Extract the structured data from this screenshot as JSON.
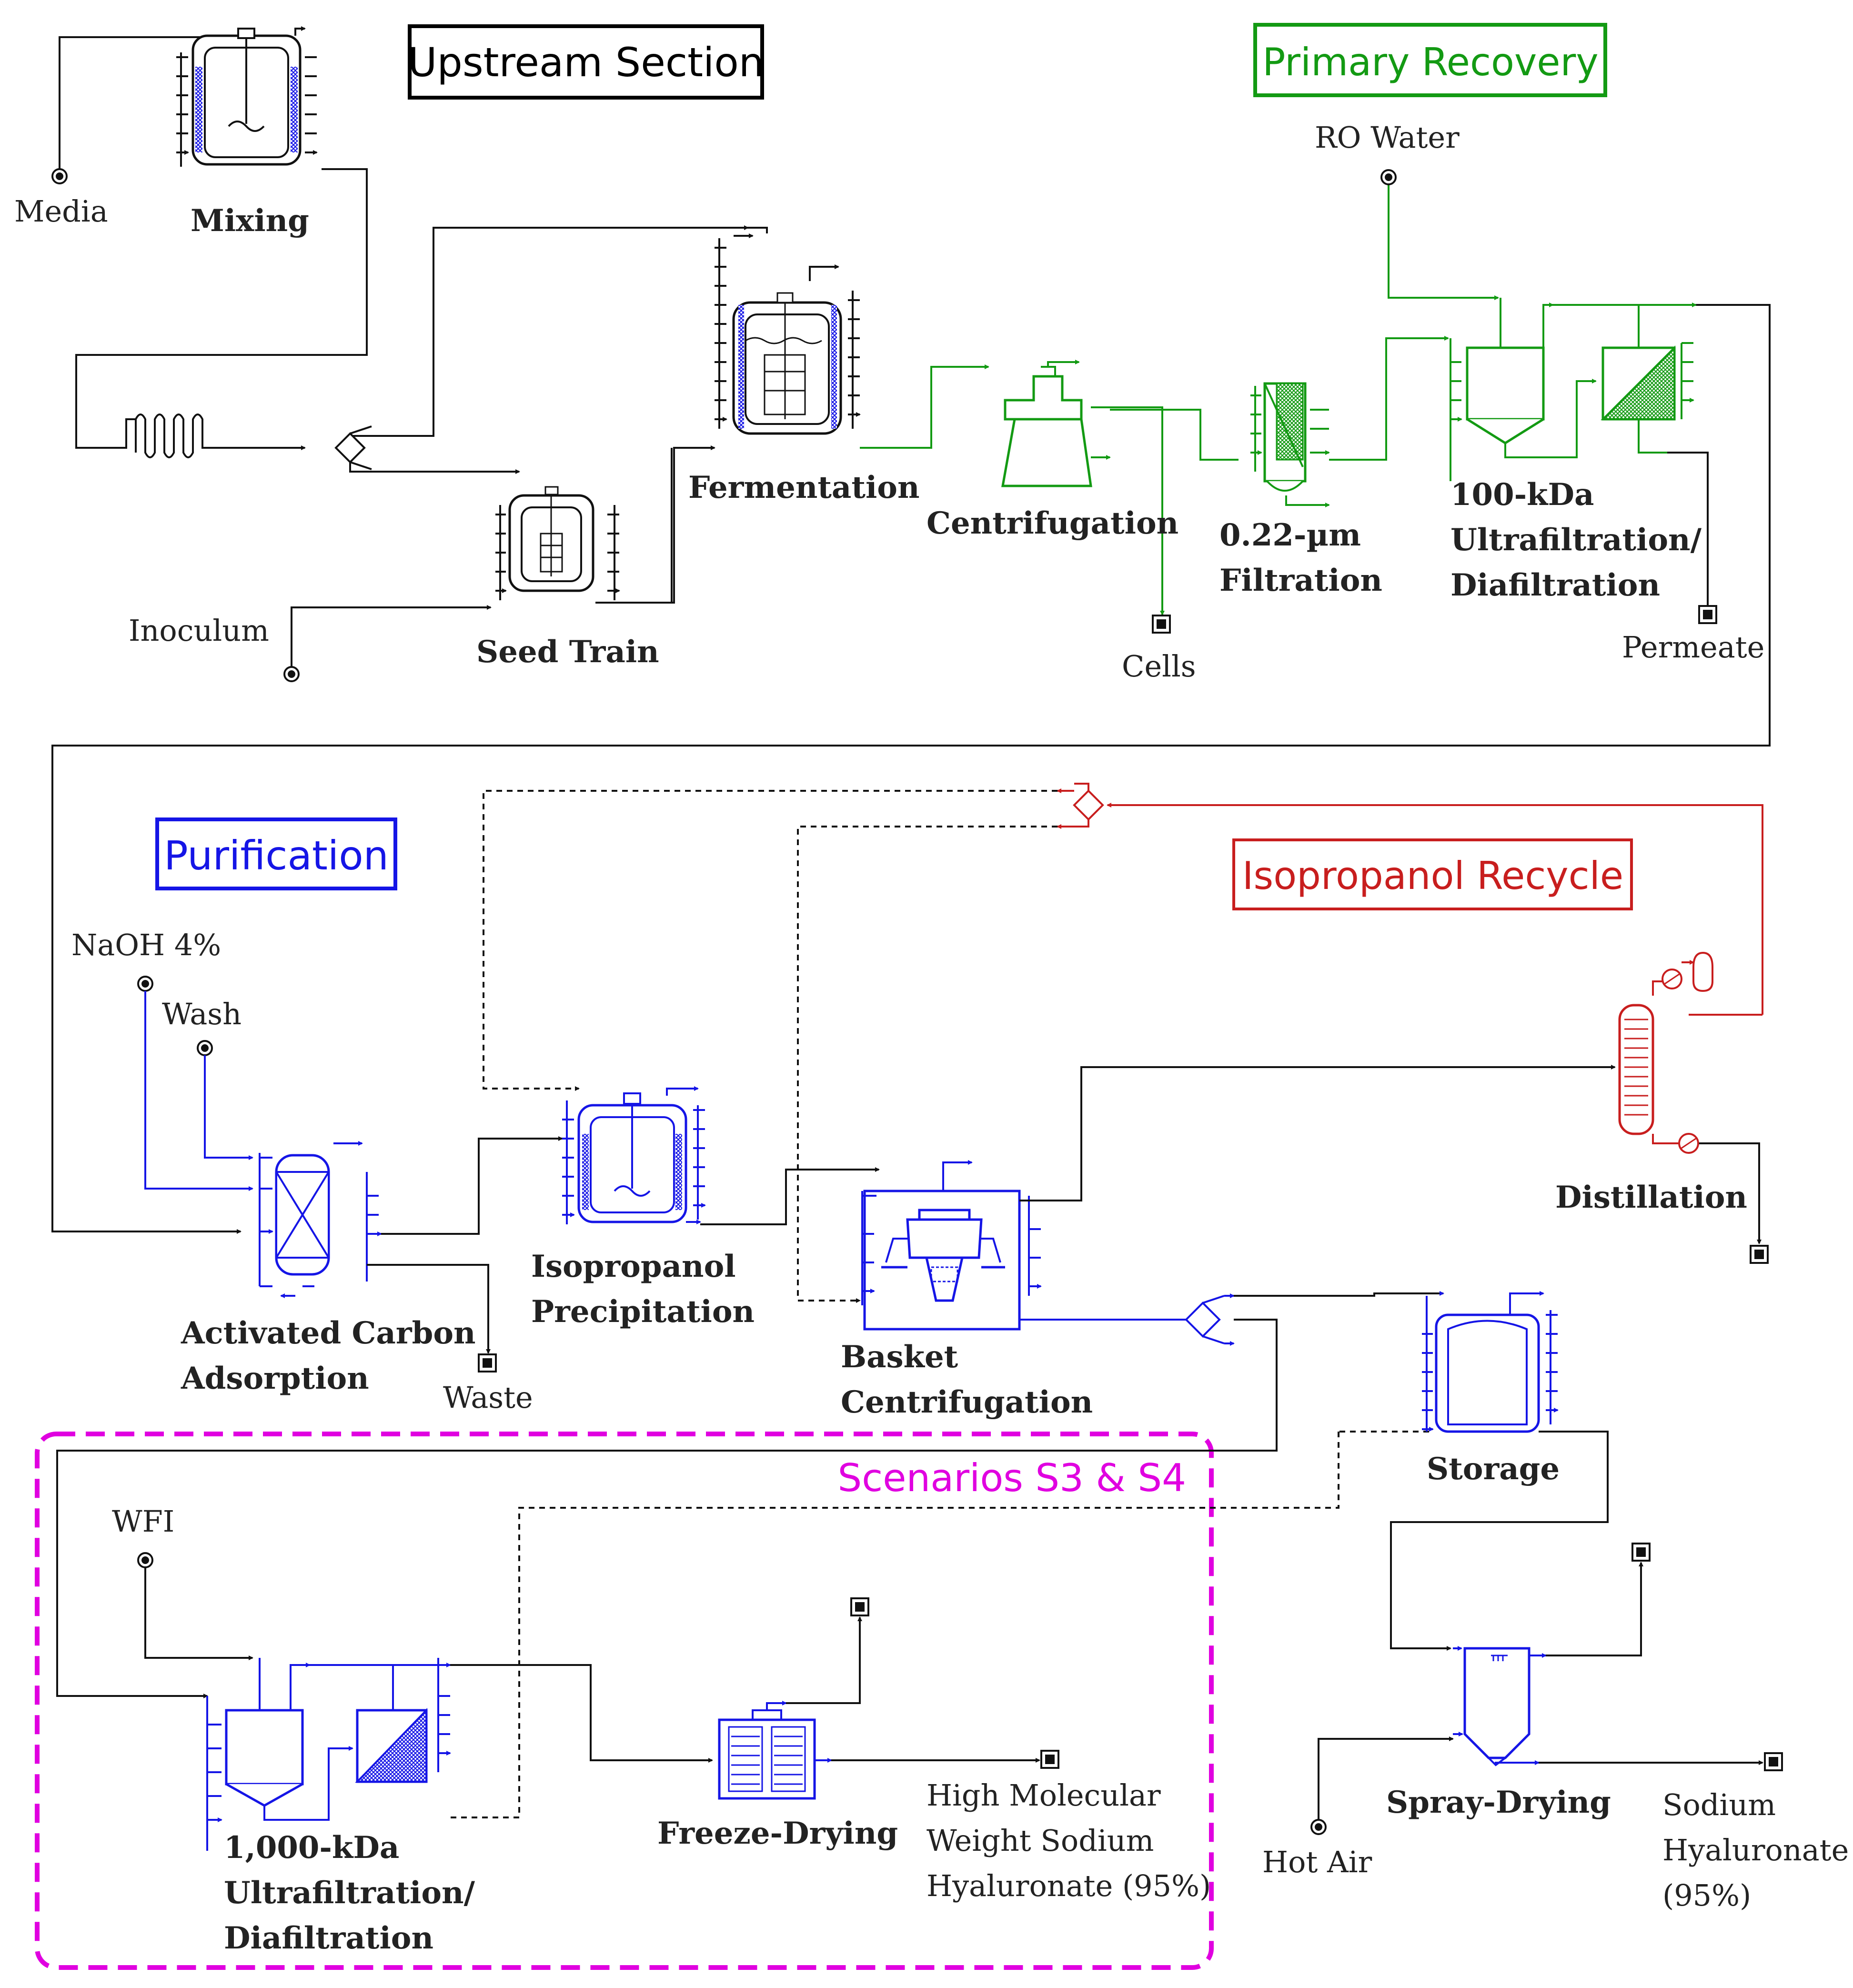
{
  "sections": {
    "upstream": {
      "label": "Upstream Section",
      "color": "#000000"
    },
    "primary_recovery": {
      "label": "Primary Recovery",
      "color": "#139a13"
    },
    "purification": {
      "label": "Purification",
      "color": "#1515e6"
    },
    "isopropanol_recycle": {
      "label": "Isopropanol Recycle",
      "color": "#c81e1e"
    },
    "scenarios": {
      "label": "Scenarios S3 & S4",
      "color": "#e000e0"
    }
  },
  "units": {
    "mixing": "Mixing",
    "seed_train": "Seed Train",
    "fermentation": "Fermentation",
    "centrifugation": "Centrifugation",
    "filtration_l1": "0.22-µm",
    "filtration_l2": "Filtration",
    "uf100_l1": "100-kDa",
    "uf100_l2": "Ultrafiltration/",
    "uf100_l3": "Diafiltration",
    "carbon_l1": "Activated Carbon",
    "carbon_l2": "Adsorption",
    "precip_l1": "Isopropanol",
    "precip_l2": "Precipitation",
    "basket_l1": "Basket",
    "basket_l2": "Centrifugation",
    "distillation": "Distillation",
    "storage": "Storage",
    "spray_drying": "Spray-Drying",
    "uf1000_l1": "1,000-kDa",
    "uf1000_l2": "Ultrafiltration/",
    "uf1000_l3": "Diafiltration",
    "freeze_drying": "Freeze-Drying"
  },
  "streams": {
    "media": "Media",
    "inoculum": "Inoculum",
    "cells": "Cells",
    "ro_water": "RO Water",
    "permeate": "Permeate",
    "naoh": "NaOH 4%",
    "wash": "Wash",
    "waste": "Waste",
    "wfi": "WFI",
    "hot_air": "Hot Air",
    "hmw_l1": "High Molecular",
    "hmw_l2": "Weight Sodium",
    "hmw_l3": "Hyaluronate (95%)",
    "sh_l1": "Sodium",
    "sh_l2": "Hyaluronate",
    "sh_l3": "(95%)"
  }
}
